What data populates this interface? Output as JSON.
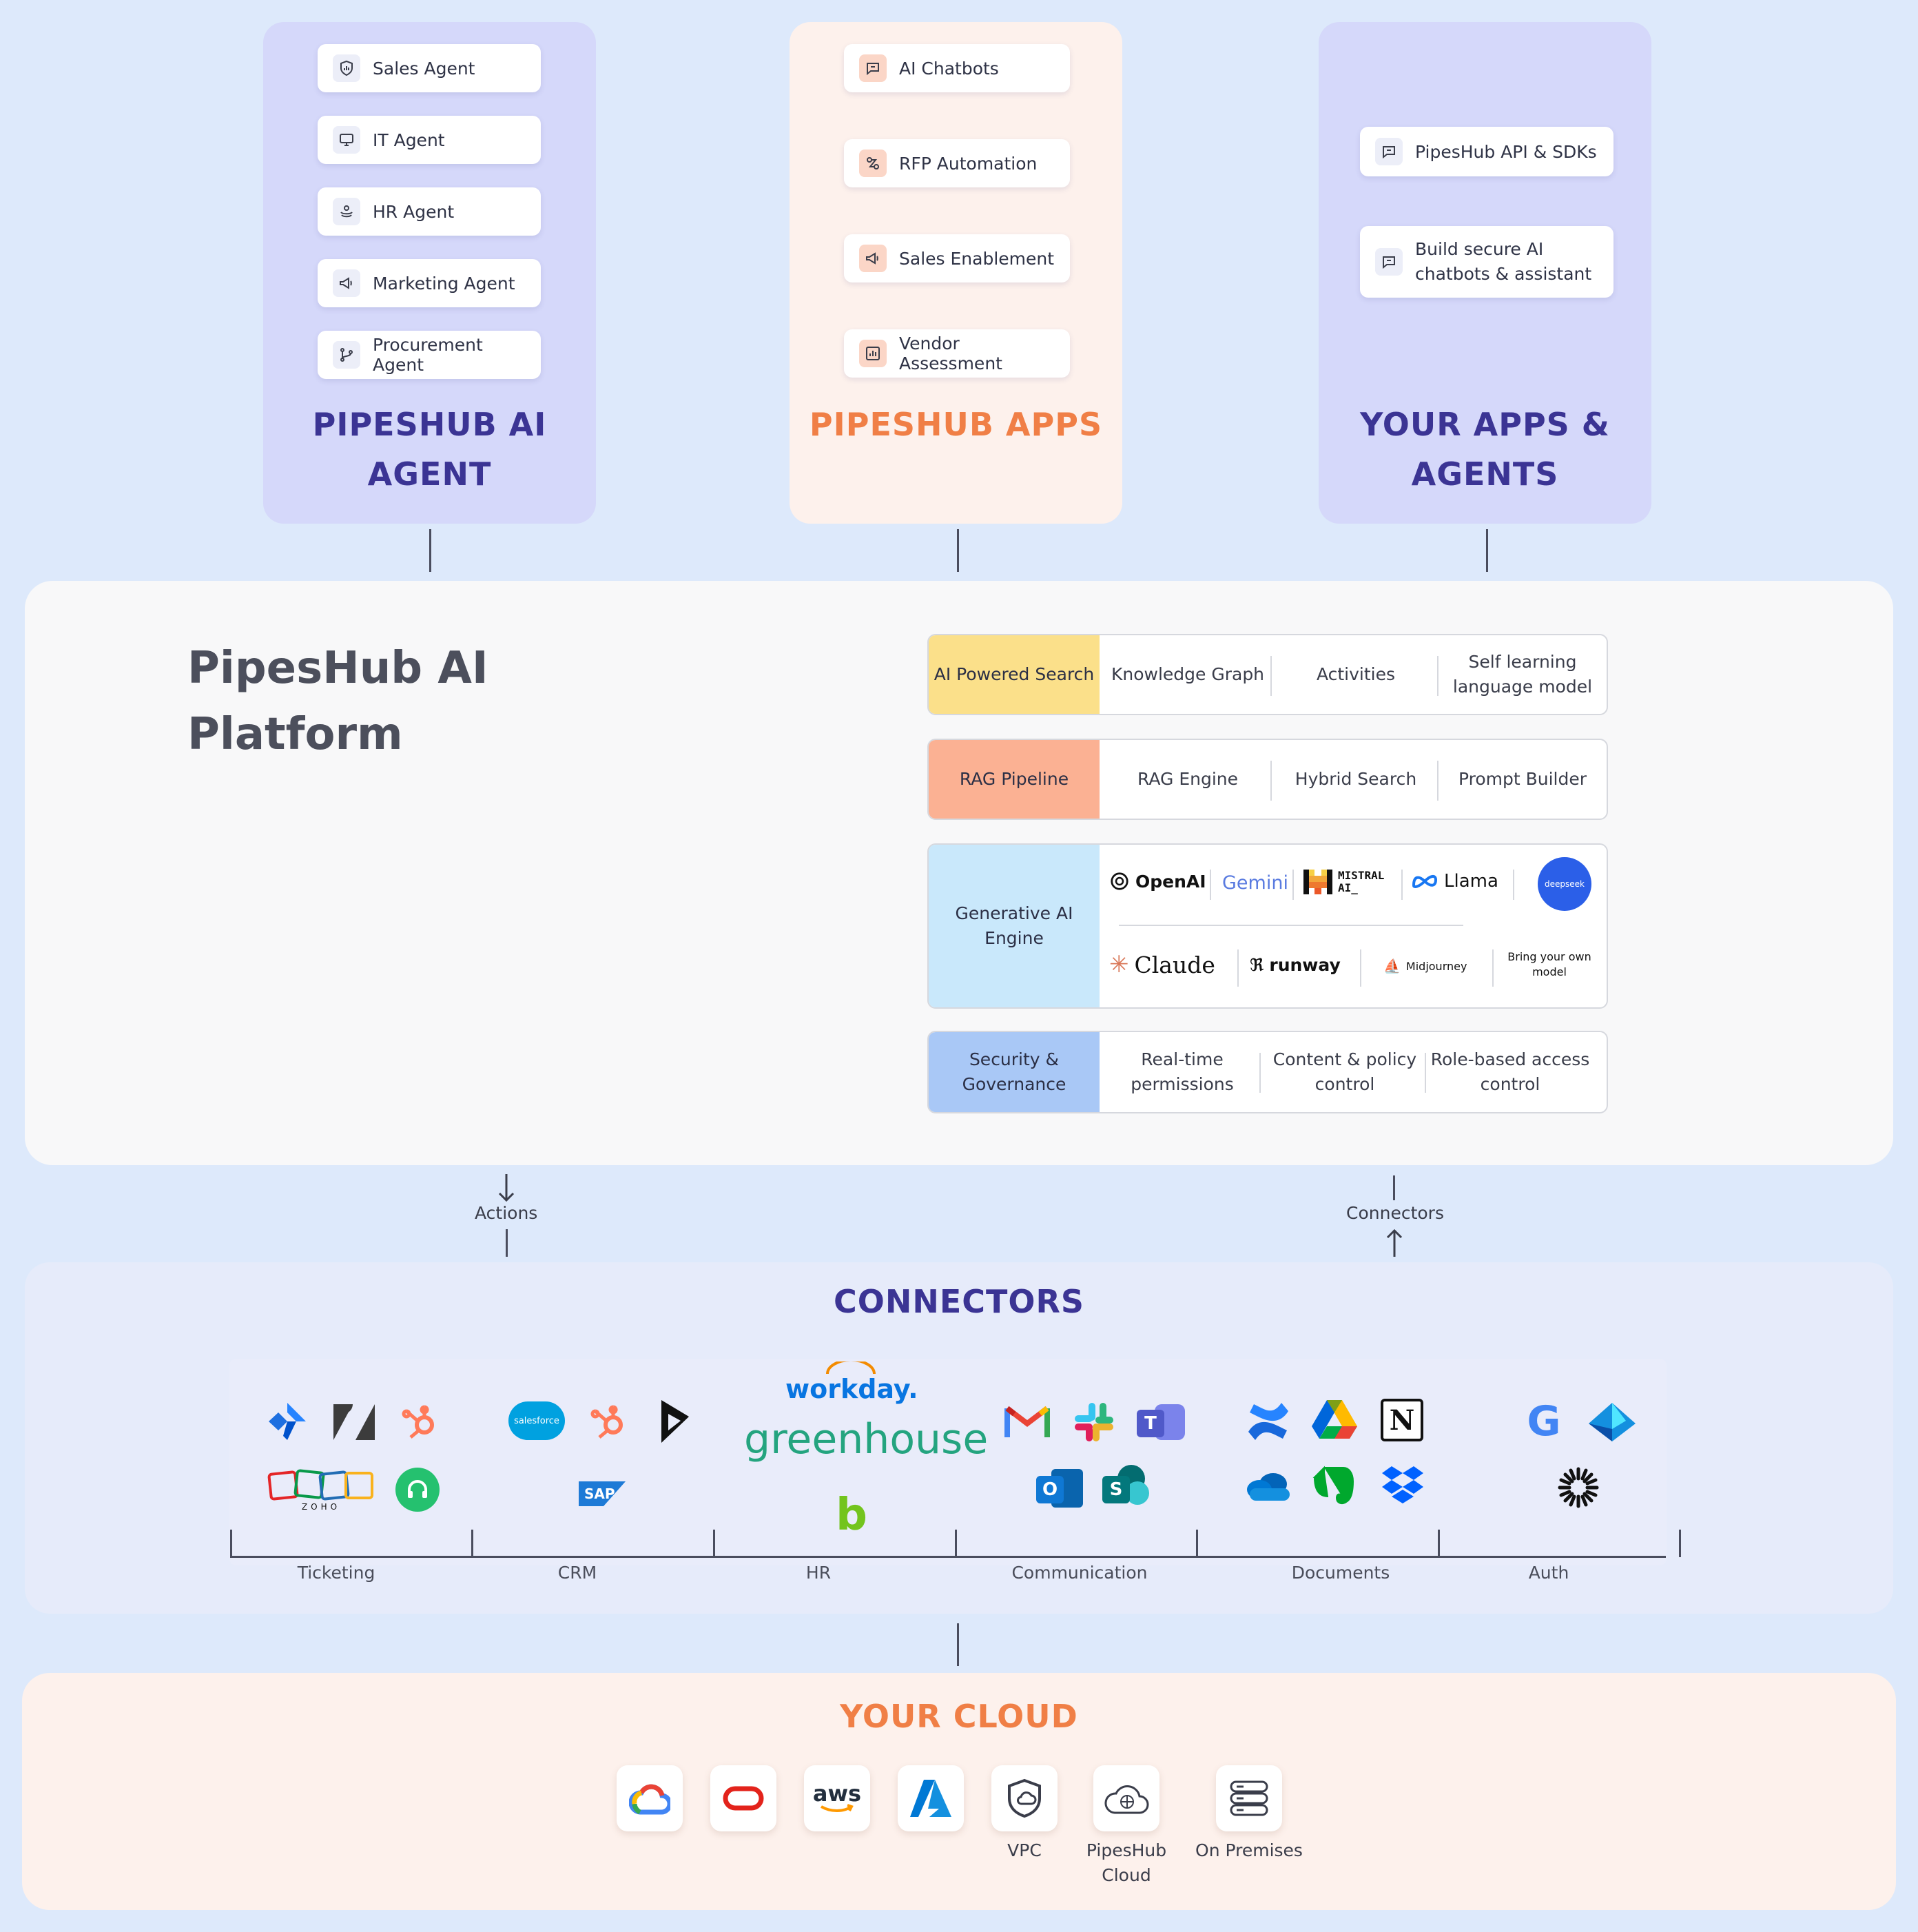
{
  "agent_column": {
    "title": "PIPESHUB AI AGENT",
    "items": [
      {
        "label": "Sales Agent",
        "icon": "shield-chart-icon"
      },
      {
        "label": "IT Agent",
        "icon": "monitor-icon"
      },
      {
        "label": "HR Agent",
        "icon": "person-stack-icon"
      },
      {
        "label": "Marketing Agent",
        "icon": "megaphone-icon"
      },
      {
        "label": "Procurement Agent",
        "icon": "branch-icon"
      }
    ]
  },
  "apps_column": {
    "title": "PIPESHUB APPS",
    "items": [
      {
        "label": "AI Chatbots",
        "icon": "chat-icon"
      },
      {
        "label": "RFP Automation",
        "icon": "automation-icon"
      },
      {
        "label": "Sales Enablement",
        "icon": "megaphone-icon"
      },
      {
        "label": "Vendor Assessment",
        "icon": "bar-chart-icon"
      }
    ]
  },
  "yours_column": {
    "title": "YOUR APPS & AGENTS",
    "items": [
      {
        "label": "PipesHub API & SDKs",
        "icon": "chat-icon"
      },
      {
        "label": "Build secure AI chatbots & assistant",
        "icon": "chat-icon"
      }
    ]
  },
  "platform": {
    "title": "PipesHub AI Platform",
    "rows": {
      "search": {
        "head": "AI Powered Search",
        "cells": [
          "Knowledge Graph",
          "Activities",
          "Self learning language model"
        ]
      },
      "rag": {
        "head": "RAG Pipeline",
        "cells": [
          "RAG Engine",
          "Hybrid Search",
          "Prompt Builder"
        ]
      },
      "genai": {
        "head": "Generative AI Engine",
        "models_top": [
          "OpenAI",
          "Gemini",
          "MISTRAL AI_",
          "Llama",
          "deepseek"
        ],
        "models_bottom": [
          "Claude",
          "runway",
          "Midjourney",
          "Bring your own model"
        ]
      },
      "security": {
        "head": "Security & Governance",
        "cells": [
          "Real-time permissions",
          "Content & policy control",
          "Role-based access control"
        ]
      }
    },
    "row_colors": {
      "search": "#fbe08a",
      "rag": "#fbb193",
      "genai": "#c9e8fb",
      "security": "#a9c8f6"
    }
  },
  "flows": {
    "actions": "Actions",
    "connectors": "Connectors"
  },
  "connectors": {
    "title": "CONNECTORS",
    "categories": [
      "Ticketing",
      "CRM",
      "HR",
      "Communication",
      "Documents",
      "Auth"
    ],
    "logos": {
      "ticketing": [
        "jira-icon",
        "zendesk-icon",
        "hubspot-icon",
        "zoho-icon",
        "freshdesk-icon"
      ],
      "zoho_text": "ZOHO",
      "crm": [
        "salesforce-icon",
        "hubspot-icon",
        "dynamics-icon",
        "sap-icon"
      ],
      "salesforce_text": "salesforce",
      "sap_text": "SAP",
      "hr_workday": "workday.",
      "hr_greenhouse": "greenhouse",
      "hr_bamboo": "b",
      "communication": [
        "gmail-icon",
        "slack-icon",
        "teams-icon",
        "outlook-icon",
        "sharepoint-icon"
      ],
      "teams_text": "T",
      "outlook_text": "O",
      "sharepoint_text": "S",
      "documents": [
        "confluence-icon",
        "google-drive-icon",
        "notion-icon",
        "onedrive-icon",
        "evernote-icon",
        "dropbox-icon"
      ],
      "notion_text": "N",
      "auth": [
        "google-icon",
        "azure-ad-icon",
        "okta-icon"
      ],
      "google_text": "G"
    }
  },
  "cloud": {
    "title": "YOUR CLOUD",
    "providers": [
      {
        "icon": "google-cloud-icon",
        "label": ""
      },
      {
        "icon": "oracle-icon",
        "label": ""
      },
      {
        "icon": "aws-icon",
        "label": "",
        "text": "aws"
      },
      {
        "icon": "azure-icon",
        "label": ""
      },
      {
        "icon": "vpc-icon",
        "label": "VPC"
      },
      {
        "icon": "pipeshub-cloud-icon",
        "label": "PipesHub Cloud"
      },
      {
        "icon": "server-icon",
        "label": "On Premises"
      }
    ]
  },
  "colors": {
    "background": "#dde9fb",
    "agent_title": "#3b3494",
    "apps_title": "#f07f46",
    "connectors_title": "#3b3494",
    "cloud_title": "#f07f46"
  }
}
